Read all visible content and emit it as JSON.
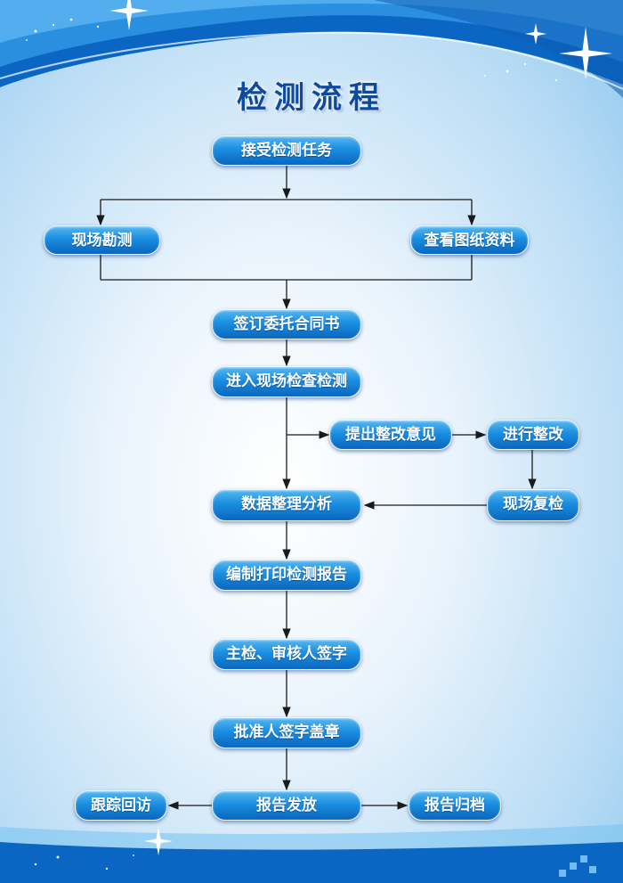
{
  "title": "检测流程",
  "nodes": {
    "accept": "接受检测任务",
    "survey": "现场勘测",
    "review_drawings": "查看图纸资料",
    "sign_contract": "签订委托合同书",
    "onsite_inspection": "进入现场检查检测",
    "rectification_advice": "提出整改意见",
    "rectify": "进行整改",
    "recheck": "现场复检",
    "data_analysis": "数据整理分析",
    "compile_report": "编制打印检测报告",
    "chief_sign": "主检、审核人签字",
    "approve_seal": "批准人签字盖章",
    "issue_report": "报告发放",
    "follow_up": "跟踪回访",
    "archive": "报告归档"
  },
  "colors": {
    "title": "#0d4a9e",
    "node_top": "#56b7f2",
    "node_bottom": "#0a66bd",
    "connector": "#1a1a1a",
    "wave_dark": "#0a66c2",
    "wave_light": "#3a9fe8"
  }
}
